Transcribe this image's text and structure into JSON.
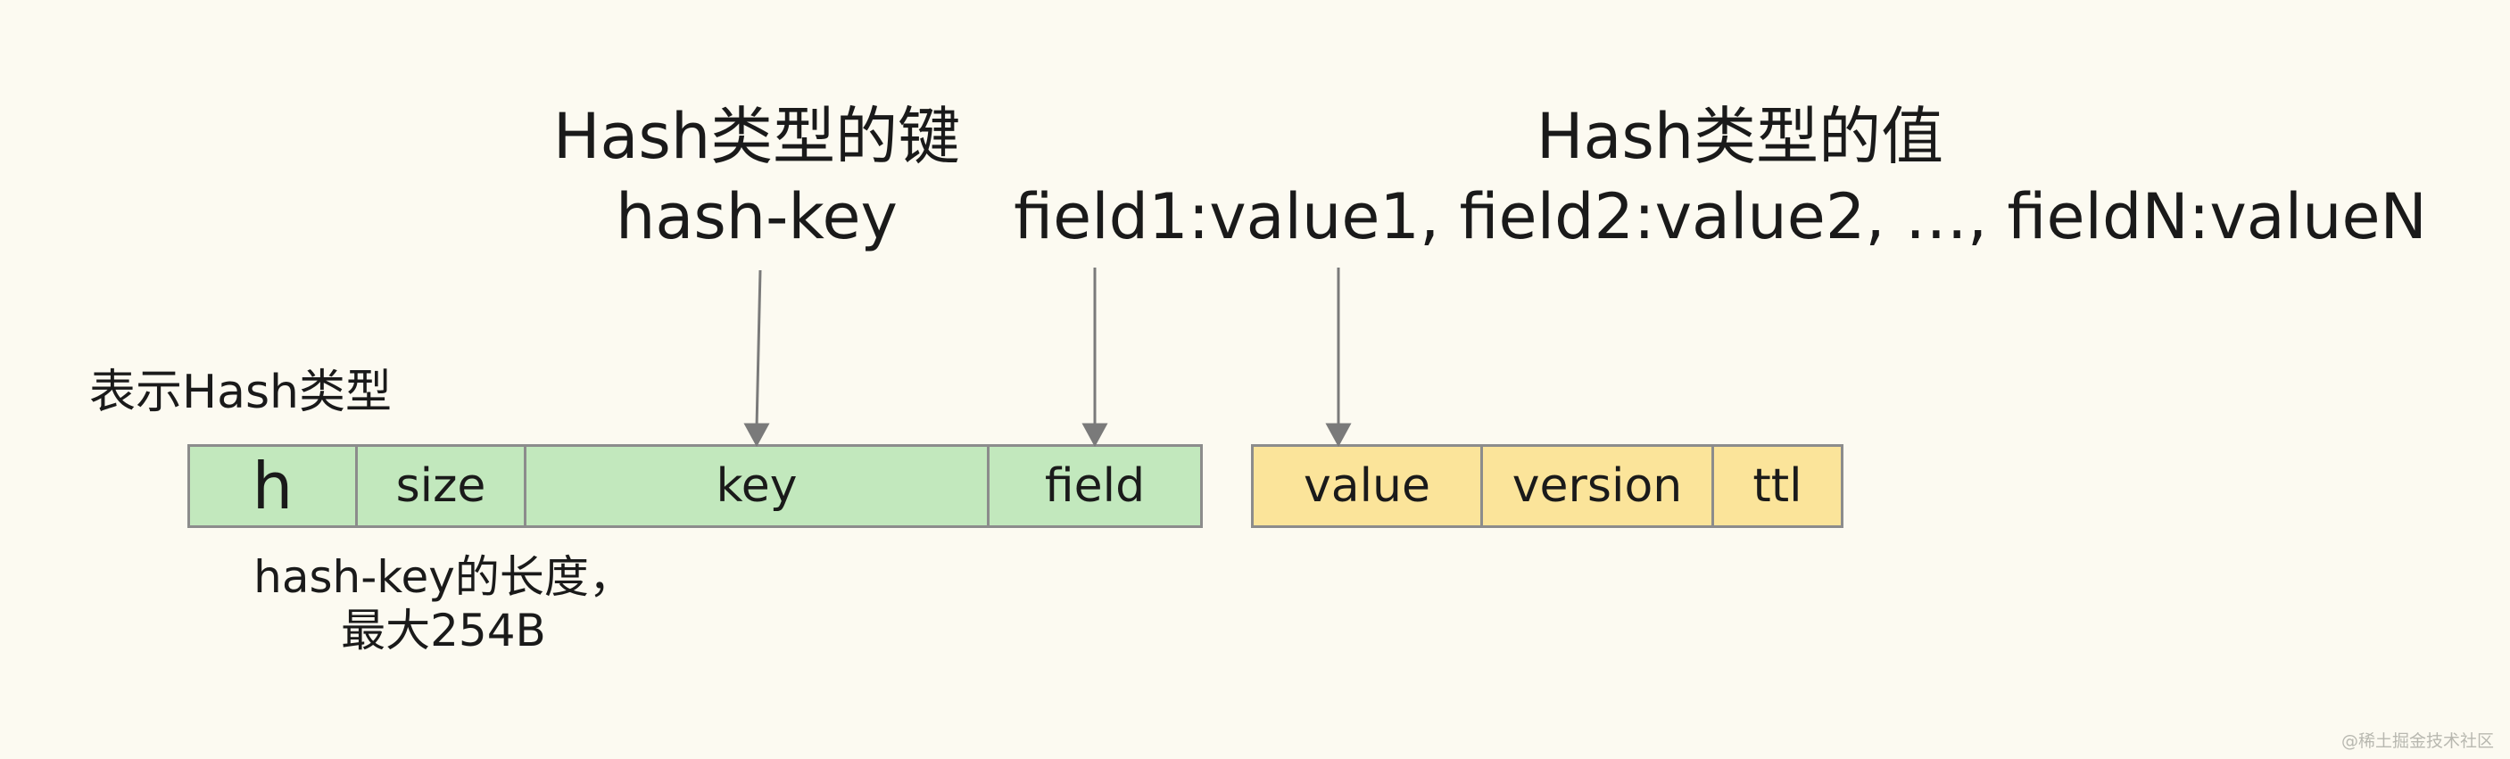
{
  "key_title": "Hash类型的键",
  "key_name": "hash-key",
  "value_title": "Hash类型的值",
  "value_content": "field1:value1, field2:value2, …, fieldN:valueN",
  "type_label": "表示Hash类型",
  "key_cells": {
    "h": "h",
    "size": "size",
    "key": "key",
    "field": "field"
  },
  "value_cells": {
    "value": "value",
    "version": "version",
    "ttl": "ttl"
  },
  "size_note": {
    "line1": "hash-key的长度，",
    "line2": "最大254B"
  },
  "watermark": "@稀土掘金技术社区",
  "colors": {
    "key_cell_fill": "#c2e8bd",
    "value_cell_fill": "#fbe49a",
    "border": "#8c8c8c",
    "arrow": "#7a7a7a",
    "background": "#fcfaf1"
  }
}
